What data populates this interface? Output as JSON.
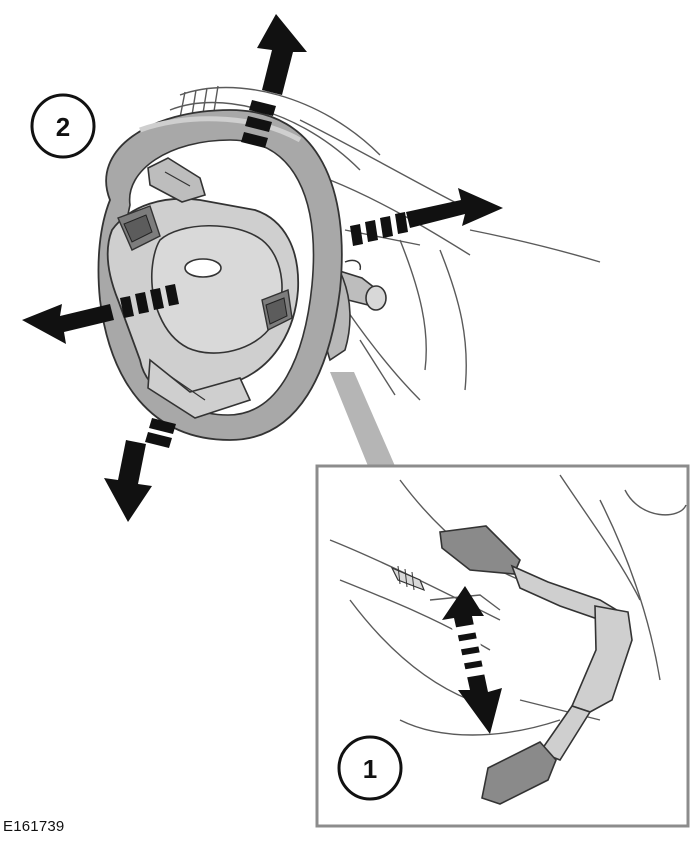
{
  "figure": {
    "reference_code": "E161739",
    "callouts": [
      {
        "id": "1",
        "label": "1"
      },
      {
        "id": "2",
        "label": "2"
      }
    ],
    "colors": {
      "line": "#3a3a3a",
      "wheel_fill": "#cfcfcf",
      "wheel_rim": "#a9a9a9",
      "pedal_fill": "#8a8a8a",
      "arrow": "#111111",
      "inset_border": "#8c8c8c",
      "background": "#ffffff"
    }
  }
}
